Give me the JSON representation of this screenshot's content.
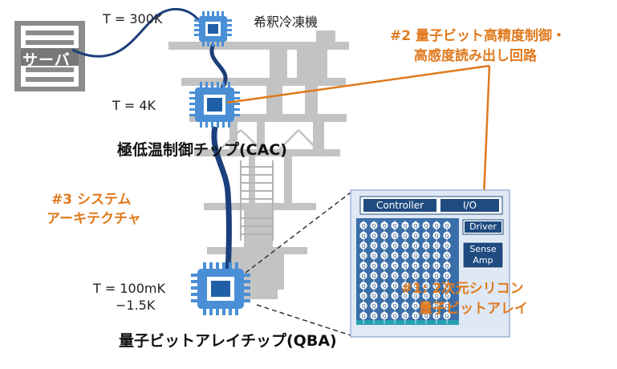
{
  "server": {
    "label": "サーバ"
  },
  "temps": {
    "room": "T = 300K",
    "cac": "T = 4K",
    "qba_line1": "T = 100mK",
    "qba_line2": "−1.5K"
  },
  "fridge": {
    "label": "希釈冷凍機"
  },
  "chips": {
    "cac_label": "極低温制御チップ(CAC)",
    "qba_label": "量子ビットアレイチップ(QBA)"
  },
  "annotations": {
    "item2_line1": "#2 量子ビット高精度制御・",
    "item2_line2": "高感度読み出し回路",
    "item3_line1": "#3 システム",
    "item3_line2": "アーキテクチャ",
    "item1_line1": "#1: 2次元シリコン",
    "item1_line2": "量子ビットアレイ"
  },
  "inset": {
    "controller": "Controller",
    "io": "I/O",
    "driver": "Driver",
    "sense_amp_line1": "Sense",
    "sense_amp_line2": "Amp",
    "qubit_letter": "Q",
    "grid_rows": 10,
    "grid_cols": 9
  },
  "colors": {
    "chip": "#4a8fd6",
    "chip_dark": "#1f5fa8",
    "cable": "#1b3f7a",
    "fridge": "#c3c3c3",
    "accent": "#e07a1e",
    "inset_bg": "#dfe8f5",
    "inset_header": "#1f4b80",
    "qubit_field": "#3a6ea8"
  }
}
